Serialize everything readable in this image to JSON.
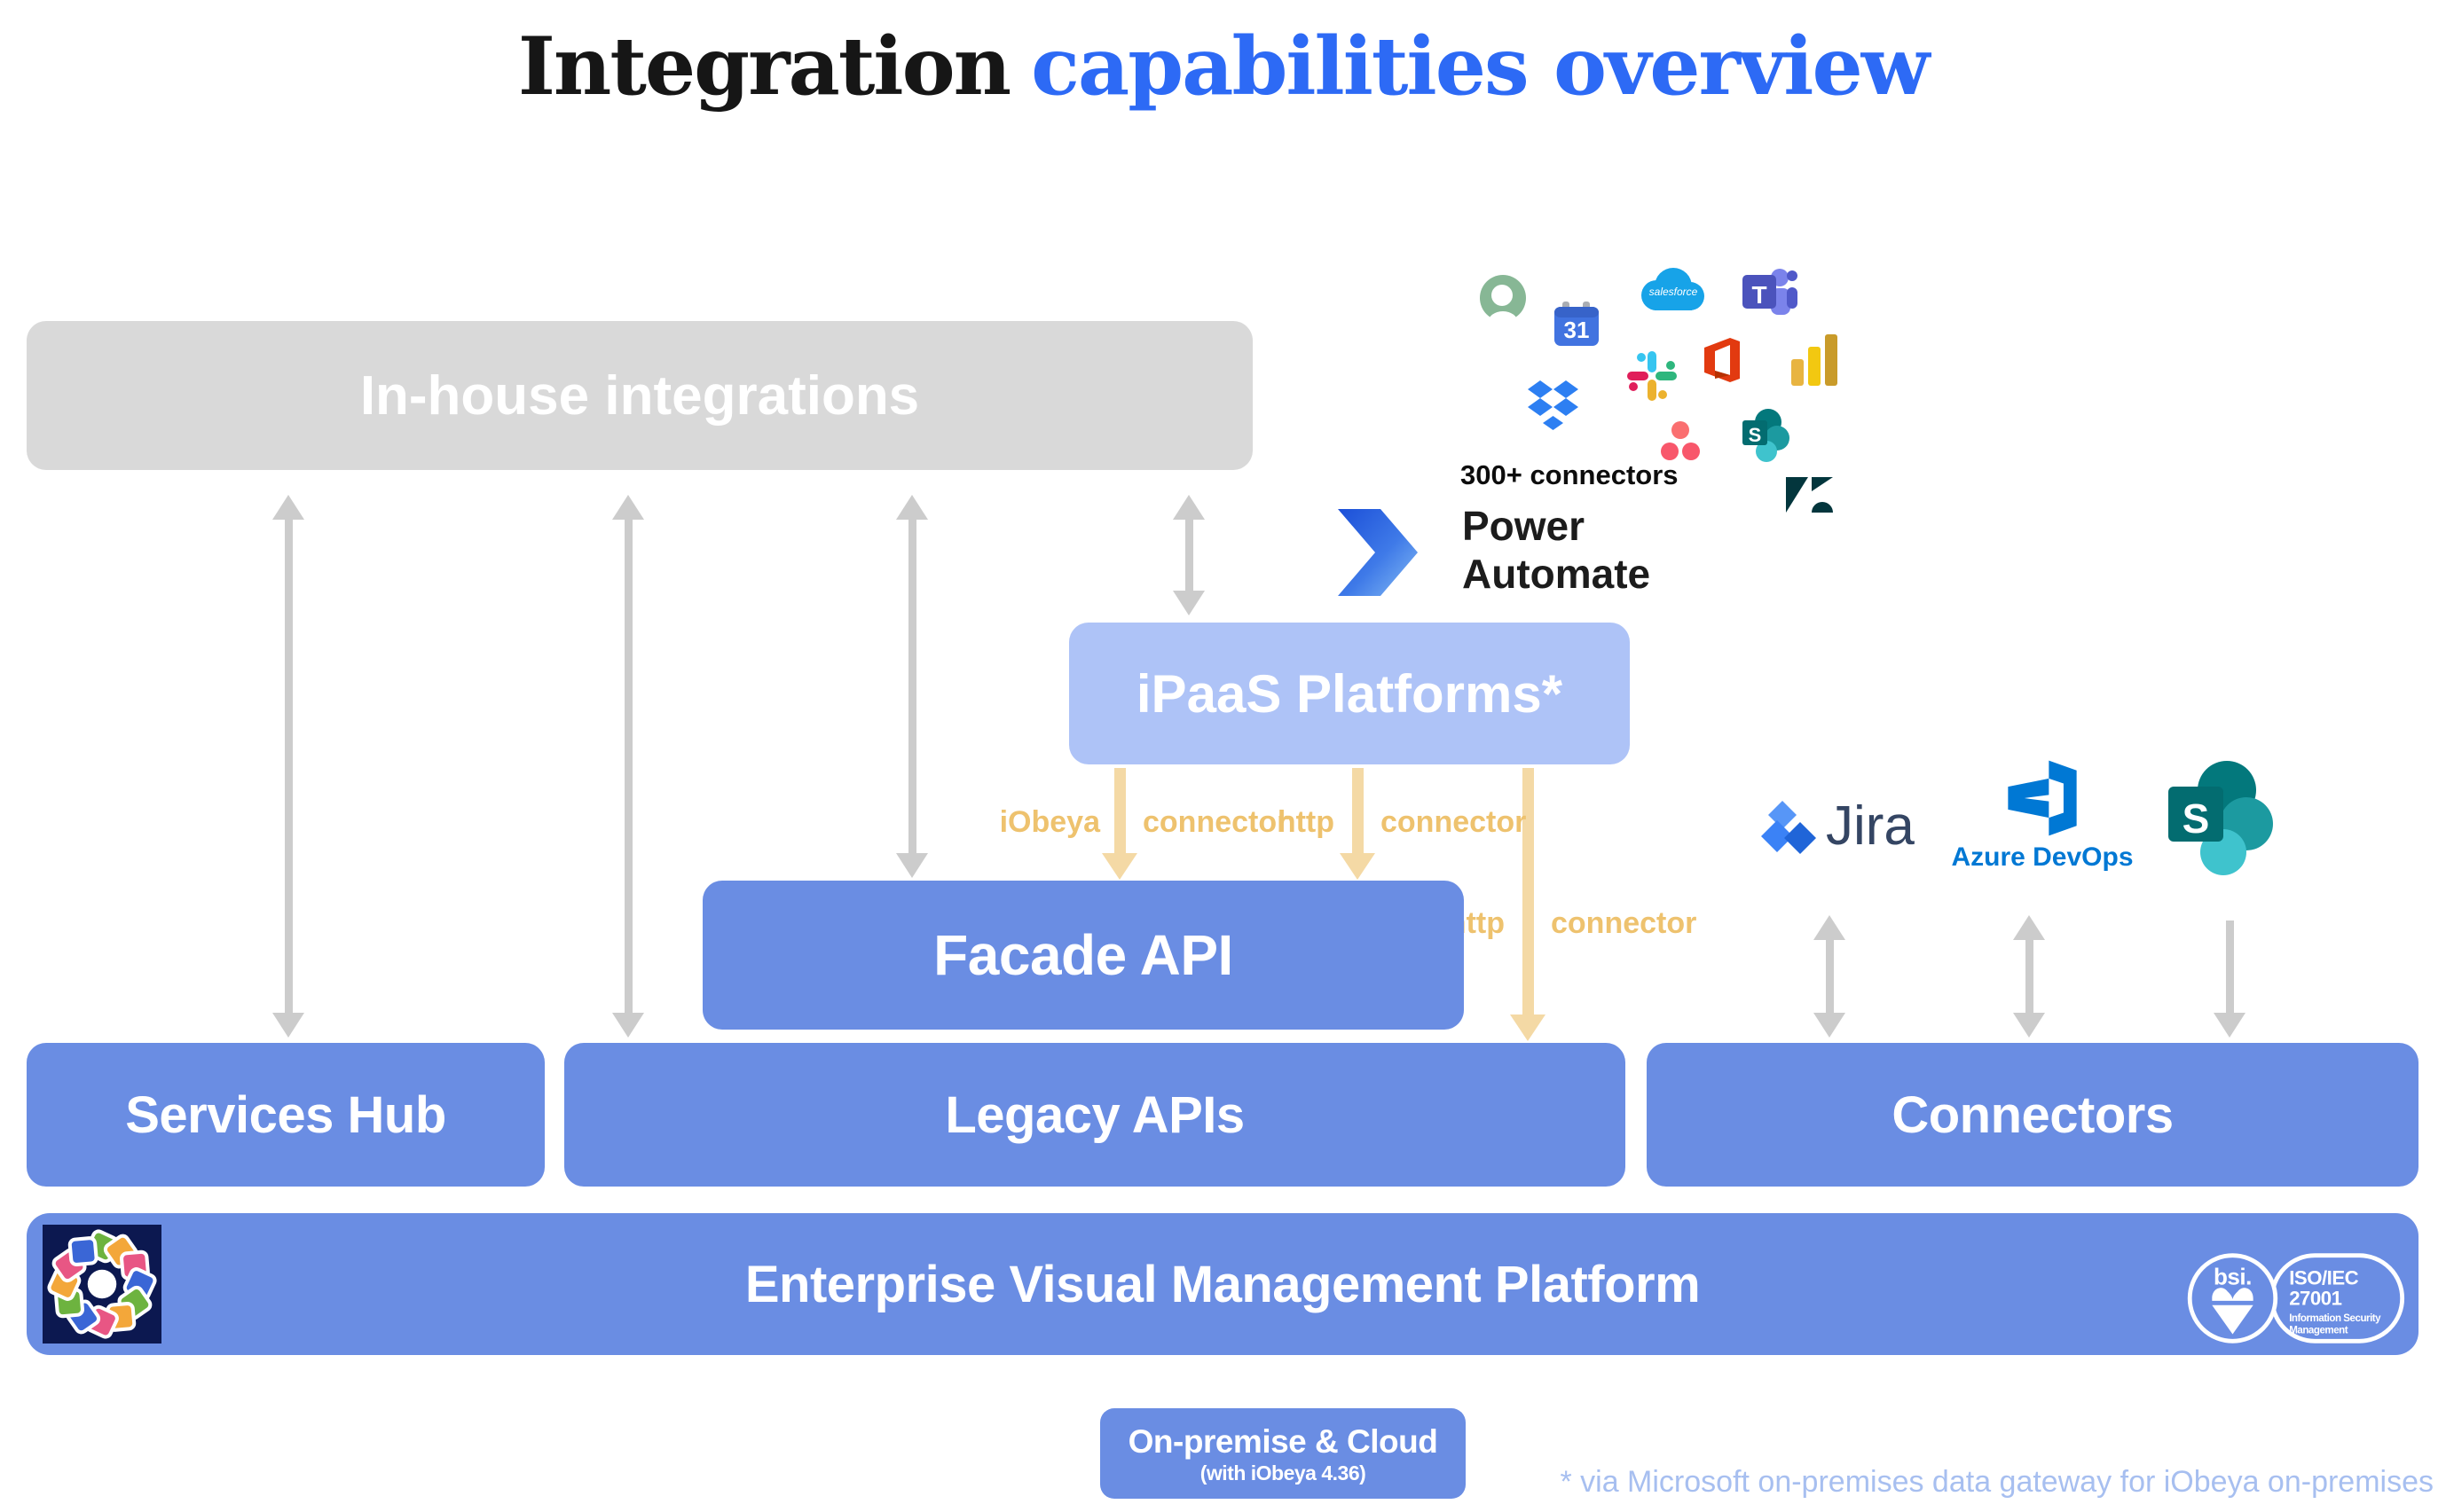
{
  "title": {
    "part1": "Integration",
    "part2": "capabilities overview"
  },
  "top_right": {
    "connectors_count": "300+ connectors",
    "power_automate": {
      "line1": "Power",
      "line2": "Automate"
    },
    "app_icons": [
      "green-ring-app",
      "google-calendar",
      "salesforce",
      "microsoft-teams",
      "slack",
      "office",
      "power-bi",
      "dropbox",
      "asana",
      "sharepoint",
      "zendesk"
    ],
    "calendar_day": "31",
    "salesforce_label": "salesforce",
    "teams_letter": "T",
    "sharepoint_letter": "S"
  },
  "boxes": {
    "in_house": {
      "label": "In-house integrations"
    },
    "ipaas": {
      "label": "iPaaS Platforms*"
    },
    "facade": {
      "label": "Facade API"
    },
    "services_hub": {
      "label": "Services Hub"
    },
    "legacy_apis": {
      "label": "Legacy APIs"
    },
    "connectors": {
      "label": "Connectors"
    },
    "platform": {
      "label": "Enterprise Visual Management Platform"
    },
    "deployment": {
      "line1": "On-premise & Cloud",
      "line2": "(with iObeya 4.36)"
    }
  },
  "arrow_labels": {
    "iobeya_connector": {
      "left": "iObeya",
      "right": "connector"
    },
    "http_connector_upper": {
      "left": "http",
      "right": "connector"
    },
    "http_connector_lower": {
      "left": "http",
      "right": "connector"
    }
  },
  "integration_logos": {
    "jira": {
      "label": "Jira"
    },
    "azure_devops": {
      "label": "Azure DevOps"
    },
    "sharepoint_letter": "S"
  },
  "certification": {
    "brand": "bsi.",
    "standard_line1": "ISO/IEC",
    "standard_line2": "27001",
    "scope_line1": "Information Security",
    "scope_line2": "Management"
  },
  "footnote": "* via Microsoft on-premises data gateway for iObeya on-premises",
  "colors": {
    "title_accent": "#2d6af5",
    "primary_box_blue": "#6a8de3",
    "ipaas_light_blue": "#aec3f7",
    "inhouse_gray": "#d9d9d9",
    "arrow_gray": "#cccccc",
    "arrow_tan": "#f4d9a5",
    "tan_label": "#eec26e",
    "footnote_blue": "#a7bff0",
    "jira_text": "#344563",
    "azure_devops_blue": "#0078d4"
  }
}
